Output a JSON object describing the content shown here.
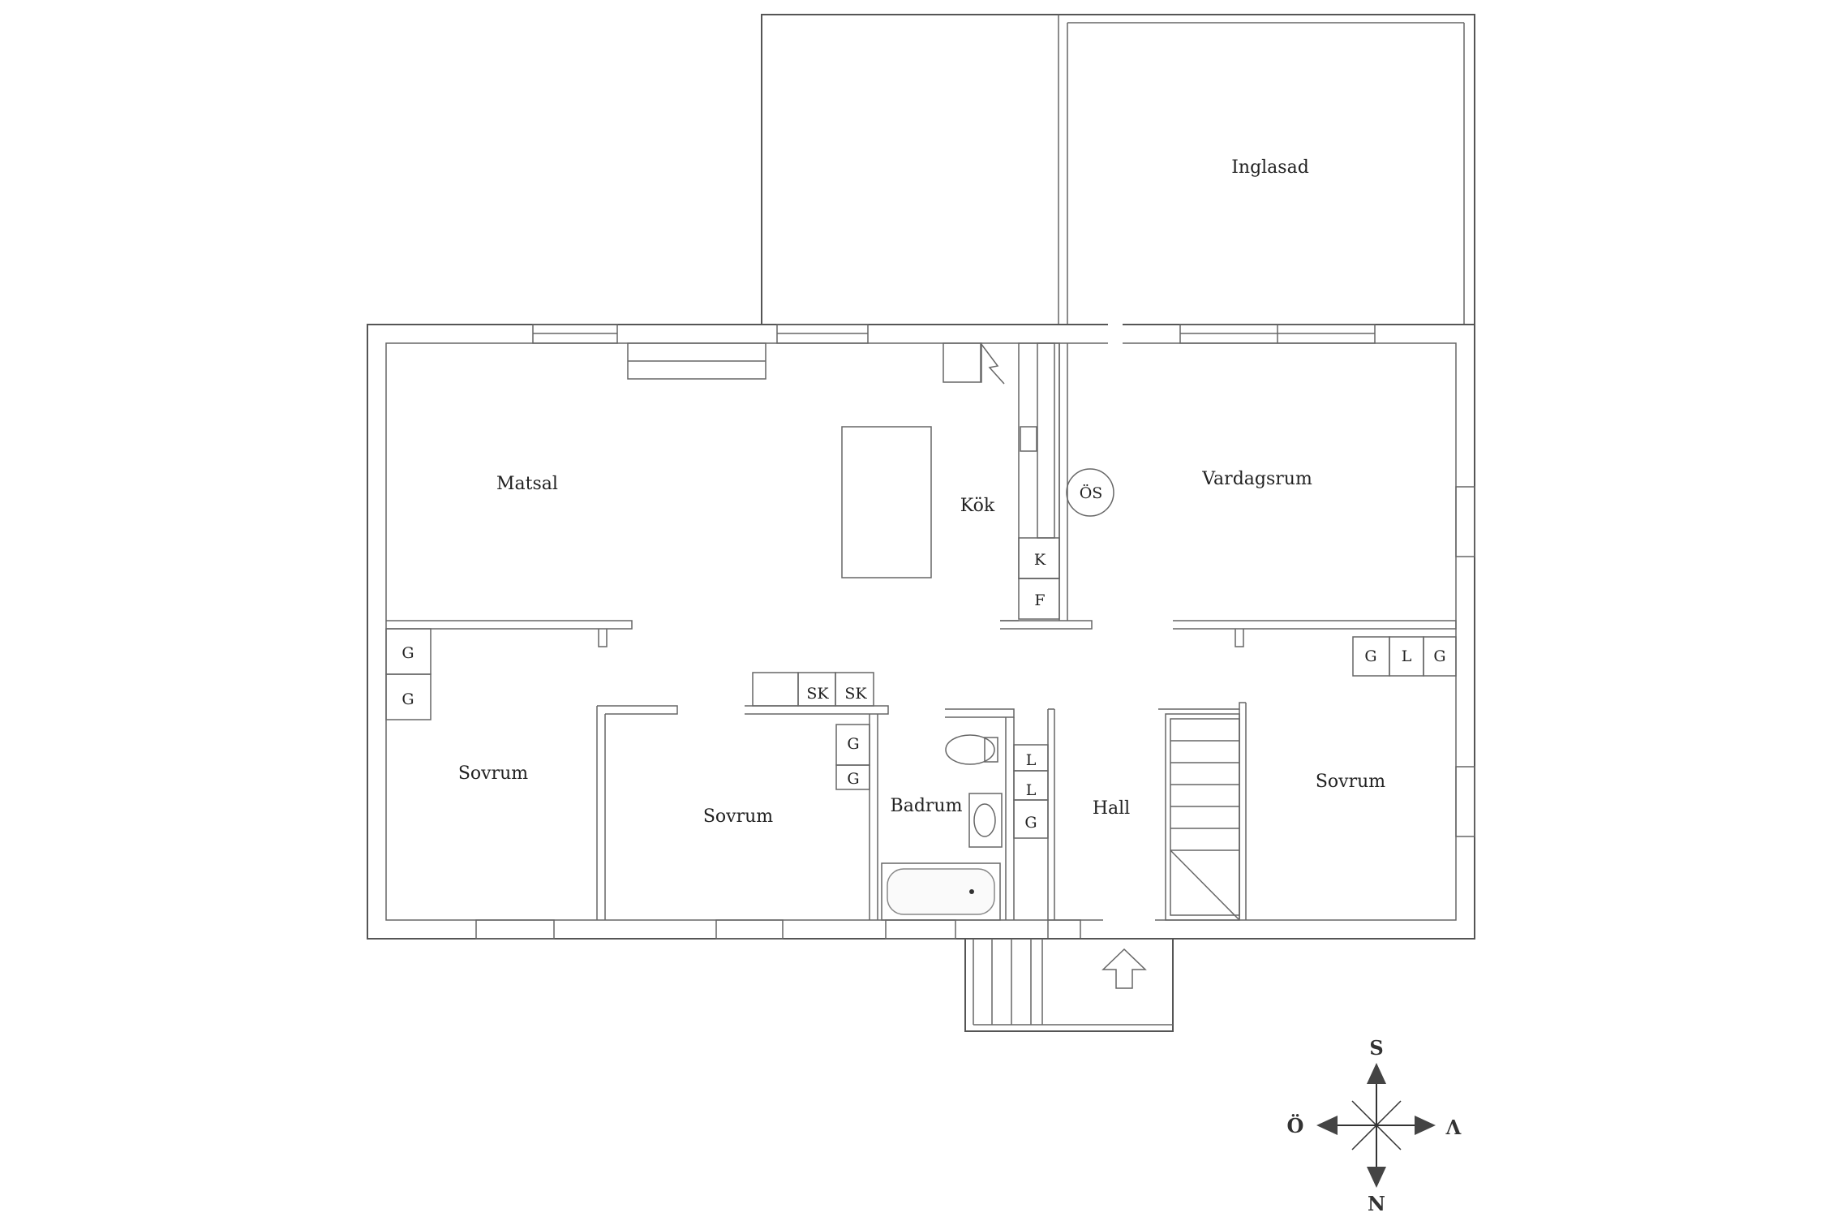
{
  "rooms": {
    "inglasad": "Inglasad",
    "matsal": "Matsal",
    "kok": "Kök",
    "vardagsrum": "Vardagsrum",
    "sovrum_west": "Sovrum",
    "sovrum_mid": "Sovrum",
    "badrum": "Badrum",
    "hall": "Hall",
    "sovrum_east": "Sovrum"
  },
  "fixtures": {
    "stove": "ÖS",
    "kitchen_k": "K",
    "kitchen_f": "F",
    "closet_west_1": "G",
    "closet_west_2": "G",
    "sk_1": "SK",
    "sk_2": "SK",
    "closet_mid_1": "G",
    "closet_mid_2": "G",
    "hall_l1": "L",
    "hall_l2": "L",
    "hall_g": "G",
    "east_g1": "G",
    "east_l": "L",
    "east_g2": "G"
  },
  "compass": {
    "top": "S",
    "left": "Ö",
    "right": "V",
    "bottom": "N"
  },
  "icons": {
    "entrance": "entrance-arrow-icon",
    "compass": "compass-rose-icon"
  }
}
